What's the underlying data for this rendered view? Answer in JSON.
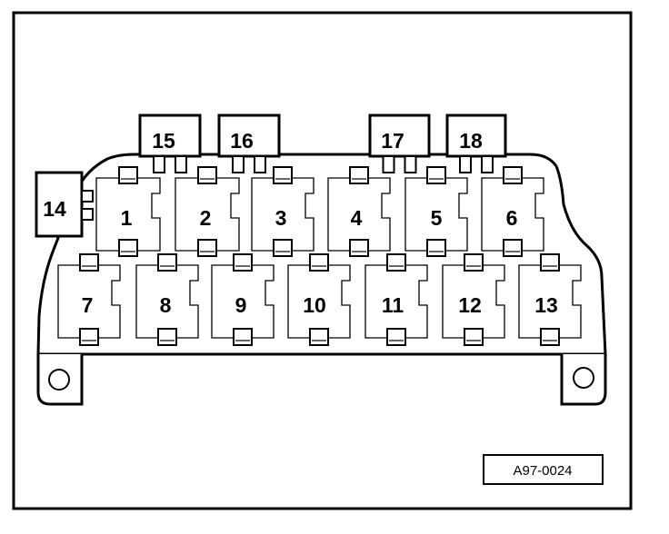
{
  "figure": {
    "reference": "A97-0024",
    "relays": [
      {
        "id": "relay-1",
        "label": "1"
      },
      {
        "id": "relay-2",
        "label": "2"
      },
      {
        "id": "relay-3",
        "label": "3"
      },
      {
        "id": "relay-4",
        "label": "4"
      },
      {
        "id": "relay-5",
        "label": "5"
      },
      {
        "id": "relay-6",
        "label": "6"
      },
      {
        "id": "relay-7",
        "label": "7"
      },
      {
        "id": "relay-8",
        "label": "8"
      },
      {
        "id": "relay-9",
        "label": "9"
      },
      {
        "id": "relay-10",
        "label": "10"
      },
      {
        "id": "relay-11",
        "label": "11"
      },
      {
        "id": "relay-12",
        "label": "12"
      },
      {
        "id": "relay-13",
        "label": "13"
      }
    ],
    "fuse_holders": [
      {
        "id": "holder-14",
        "label": "14"
      },
      {
        "id": "holder-15",
        "label": "15"
      },
      {
        "id": "holder-16",
        "label": "16"
      },
      {
        "id": "holder-17",
        "label": "17"
      },
      {
        "id": "holder-18",
        "label": "18"
      }
    ]
  }
}
